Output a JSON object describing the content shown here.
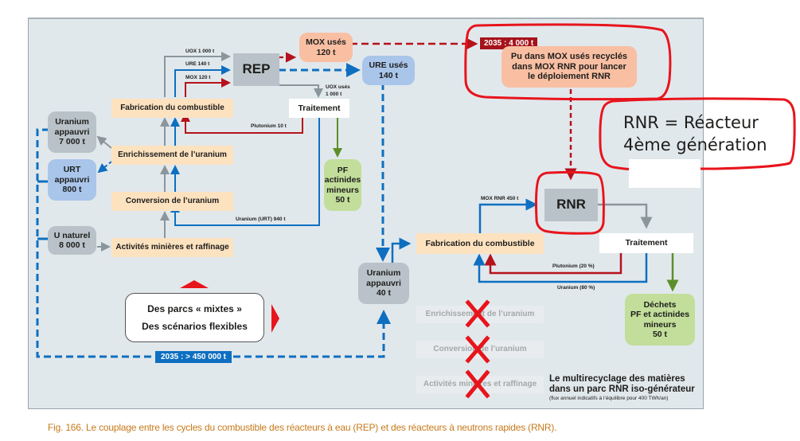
{
  "colors": {
    "panel_bg": "#e1e8ec",
    "step_fill": "#fde2c0",
    "gray_fill": "#b9c2c8",
    "blue_fill": "#a9c5ea",
    "green_fill": "#c2de9a",
    "salmon_fill": "#f9bfa3",
    "flow_gray": "#8a969c",
    "flow_blue": "#0e6fc1",
    "flow_red": "#b5121b",
    "flow_green": "#5c8f2a",
    "annotation_red": "#e8141c",
    "caption": "#c67a1b"
  },
  "rep_cycle": {
    "reactor": "REP",
    "steps": {
      "fabrication": "Fabrication du combustible",
      "enrichment": "Enrichissement de l’uranium",
      "conversion": "Conversion de l’uranium",
      "mining": "Activités minières et raffinage",
      "treatment": "Traitement"
    },
    "stocks": {
      "depleted_uranium": [
        "Uranium",
        "appauvri",
        "7 000 t"
      ],
      "urt_depleted": [
        "URT",
        "appauvri",
        "800 t"
      ],
      "natural_uranium": [
        "U naturel",
        "8 000 t"
      ],
      "fission_products": [
        "PF",
        "actinides",
        "mineurs",
        "50 t"
      ],
      "mox_used": [
        "MOX usés",
        "120 t"
      ],
      "ure_used": [
        "URE usés",
        "140 t"
      ]
    },
    "flows": {
      "uox": "UOX 1 000 t",
      "ure": "URE 140 t",
      "mox": "MOX 120 t",
      "uox_used": [
        "UOX usés",
        "1 000 t"
      ],
      "plutonium": "Plutonium 10 t",
      "uranium_urt": "Uranium (URT) 940 t"
    }
  },
  "rnr_cycle": {
    "reactor": "RNR",
    "steps": {
      "fabrication": "Fabrication du combustible",
      "treatment": "Traitement"
    },
    "stocks": {
      "depleted_uranium": [
        "Uranium",
        "appauvri",
        "40 t"
      ],
      "waste": [
        "Déchets",
        "PF et actinides",
        "mineurs",
        "50 t"
      ]
    },
    "flows": {
      "mox_rnr": "MOX RNR 450 t",
      "plutonium": "Plutonium (20 %)",
      "uranium": "Uranium (80 %)"
    },
    "crossed_steps": [
      "Enrichissement de l’uranium",
      "Conversion de l’uranium",
      "Activités minières et raffinage"
    ]
  },
  "tags": {
    "pu_2035": "2035 : 4 000 t",
    "u_2035": "2035 : > 450 000 t"
  },
  "pu_recycle_box": [
    "Pu dans MOX usés recyclés",
    "dans MOX RNR pour lancer",
    "le déploiement RNR"
  ],
  "scenario_box": [
    "Des parcs « mixtes »",
    "Des scénarios flexibles"
  ],
  "legend": {
    "line1": "Le multirecyclage des matières",
    "line2": "dans un parc RNR iso-générateur",
    "line3": "(flux annuel indicatifs à l’équilibre pour 400 TWh/an)"
  },
  "annotation": {
    "line1": "RNR = Réacteur",
    "line2": "4ème génération"
  },
  "caption": "Fig. 166. Le couplage entre les cycles du combustible des réacteurs à eau (REP) et des réacteurs à neutrons rapides (RNR)."
}
